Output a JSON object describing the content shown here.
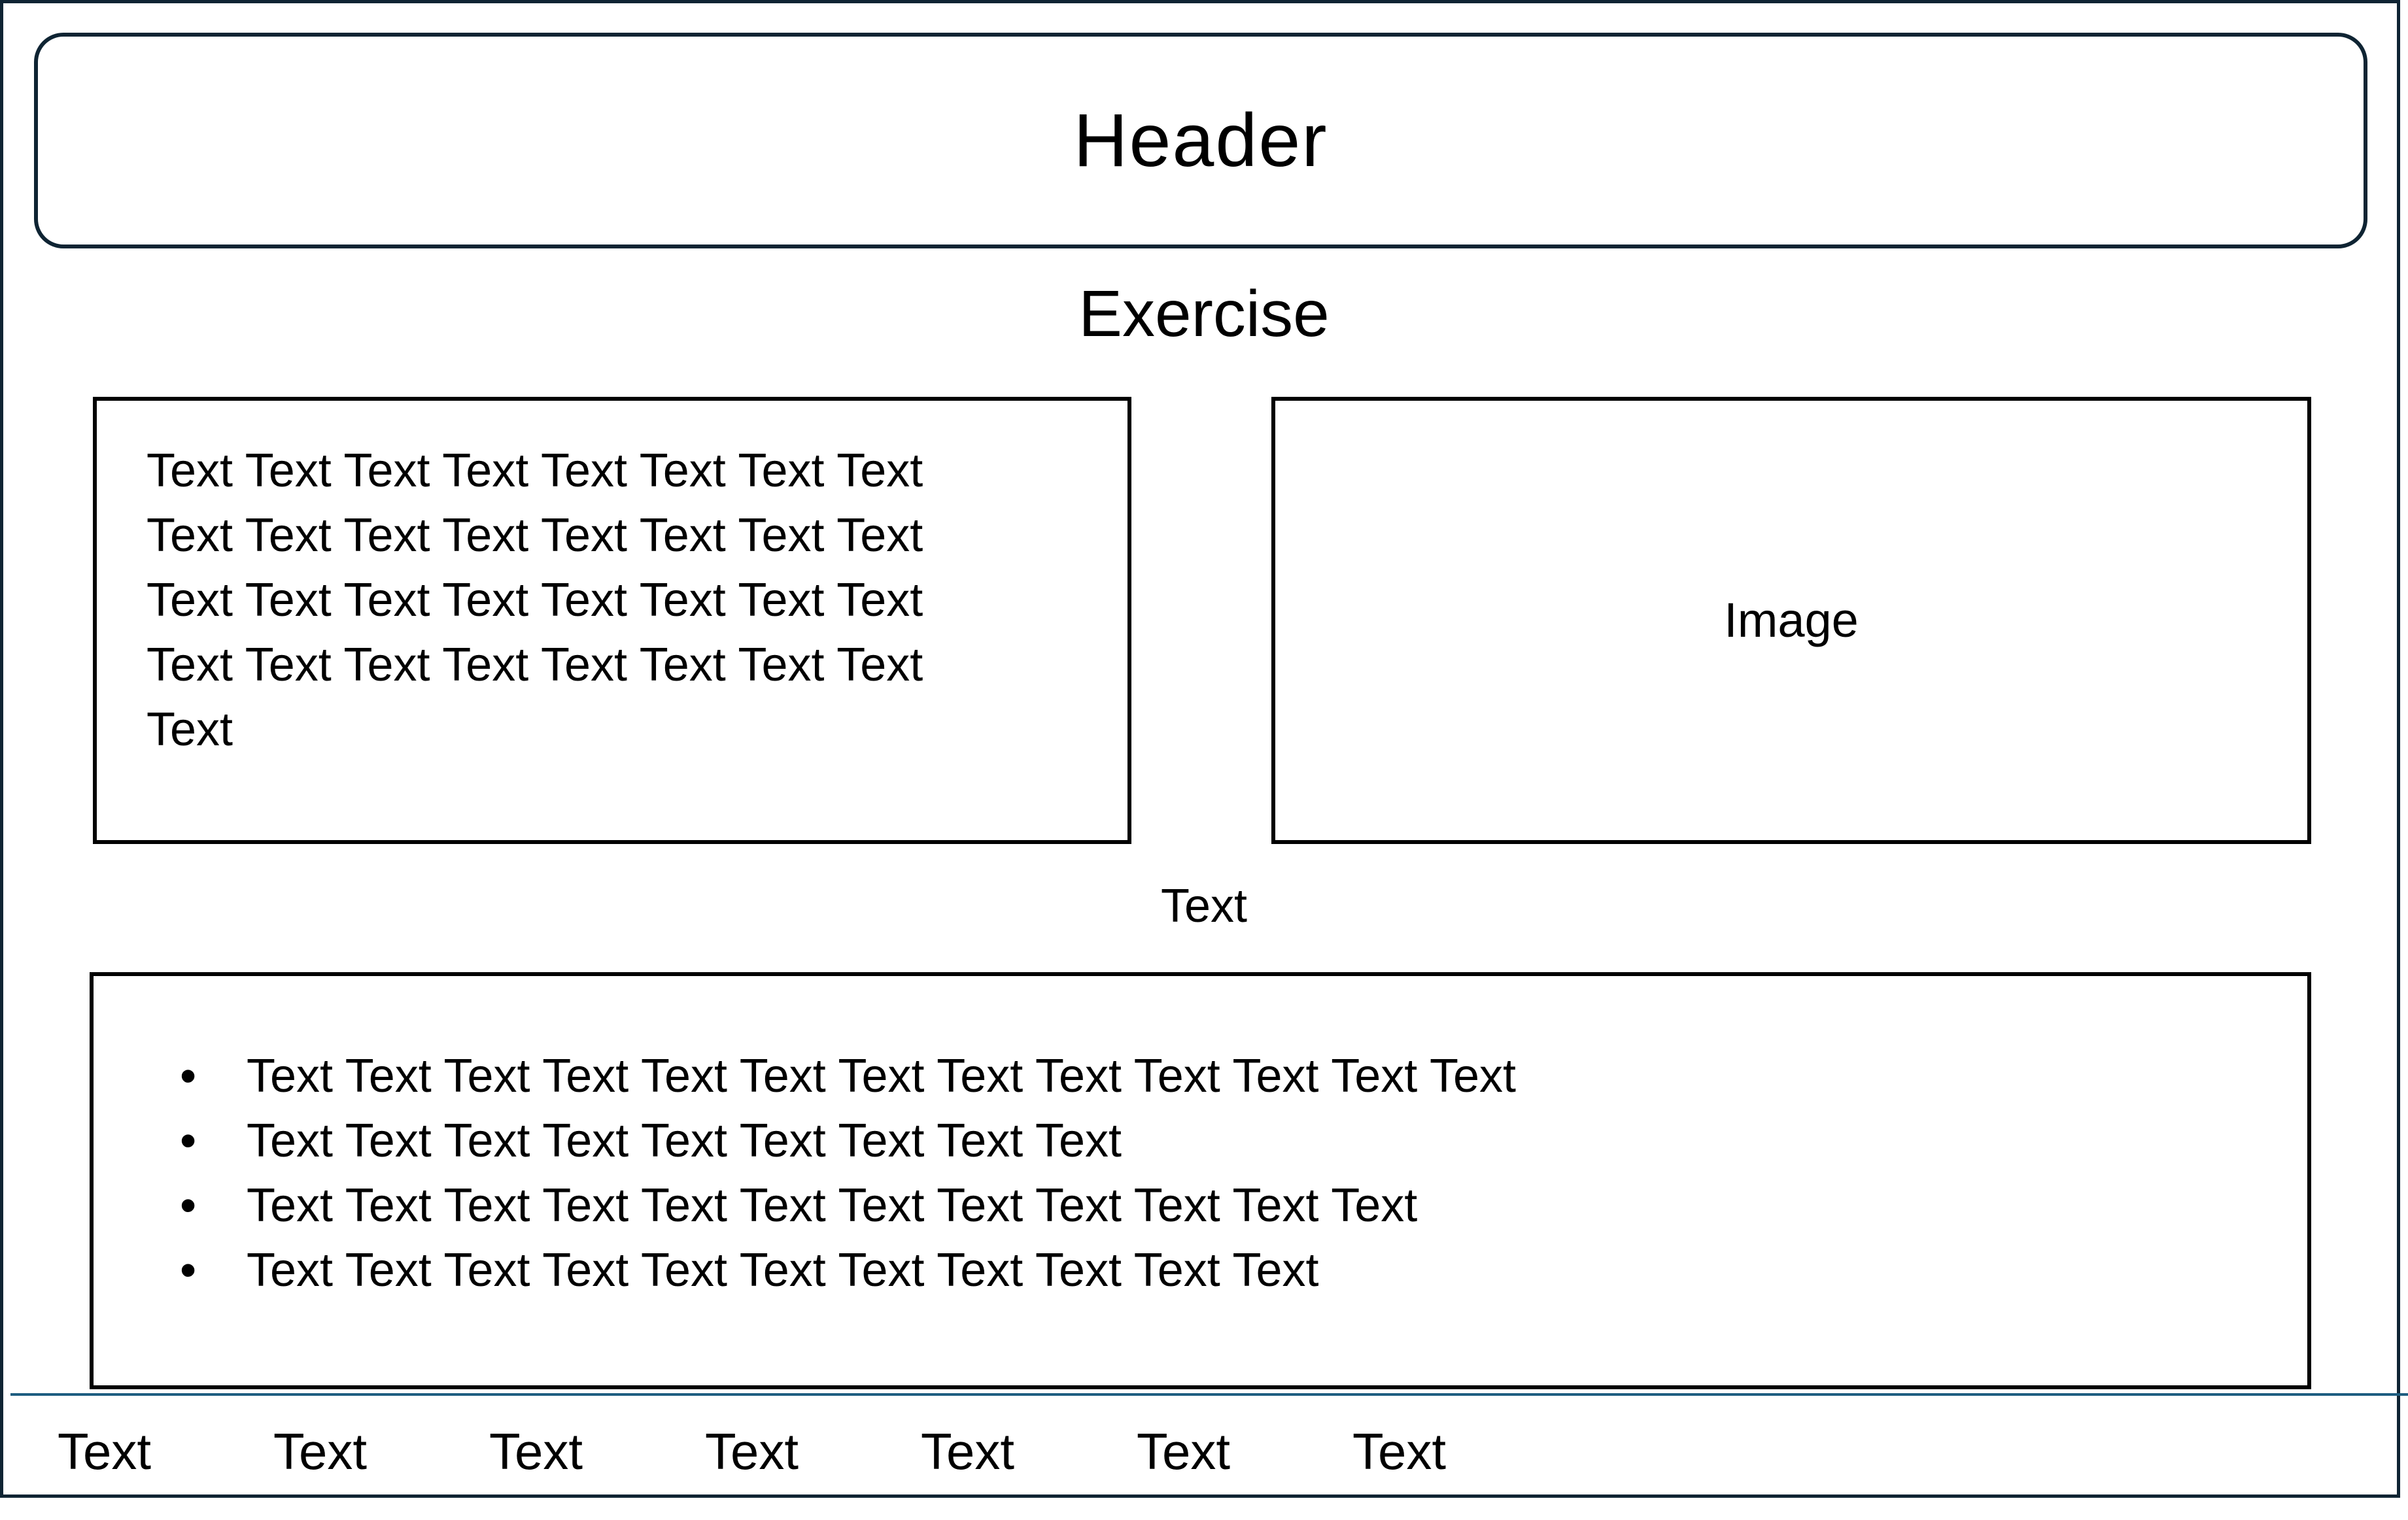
{
  "header": {
    "title": "Header"
  },
  "exercise": {
    "title": "Exercise"
  },
  "text_panel": {
    "lines": [
      "Text Text Text Text Text Text Text Text",
      "Text Text Text Text Text Text Text Text",
      "Text Text Text Text Text Text Text Text",
      "Text Text Text Text Text Text Text Text",
      "Text"
    ]
  },
  "image_panel": {
    "label": "Image"
  },
  "middle": {
    "text": "Text"
  },
  "list_panel": {
    "items": [
      "Text Text Text Text Text Text Text Text Text Text Text Text Text",
      "Text Text Text Text Text Text Text Text Text",
      "Text Text Text Text Text Text Text Text Text Text Text Text",
      "Text Text Text Text Text Text Text Text Text Text Text"
    ]
  },
  "footer": {
    "items": [
      "Text",
      "Text",
      "Text",
      "Text",
      "Text",
      "Text",
      "Text"
    ]
  },
  "colors": {
    "frame": "#0f2433",
    "footer_rule": "#1d5d80",
    "text": "#000000",
    "background": "#ffffff"
  }
}
